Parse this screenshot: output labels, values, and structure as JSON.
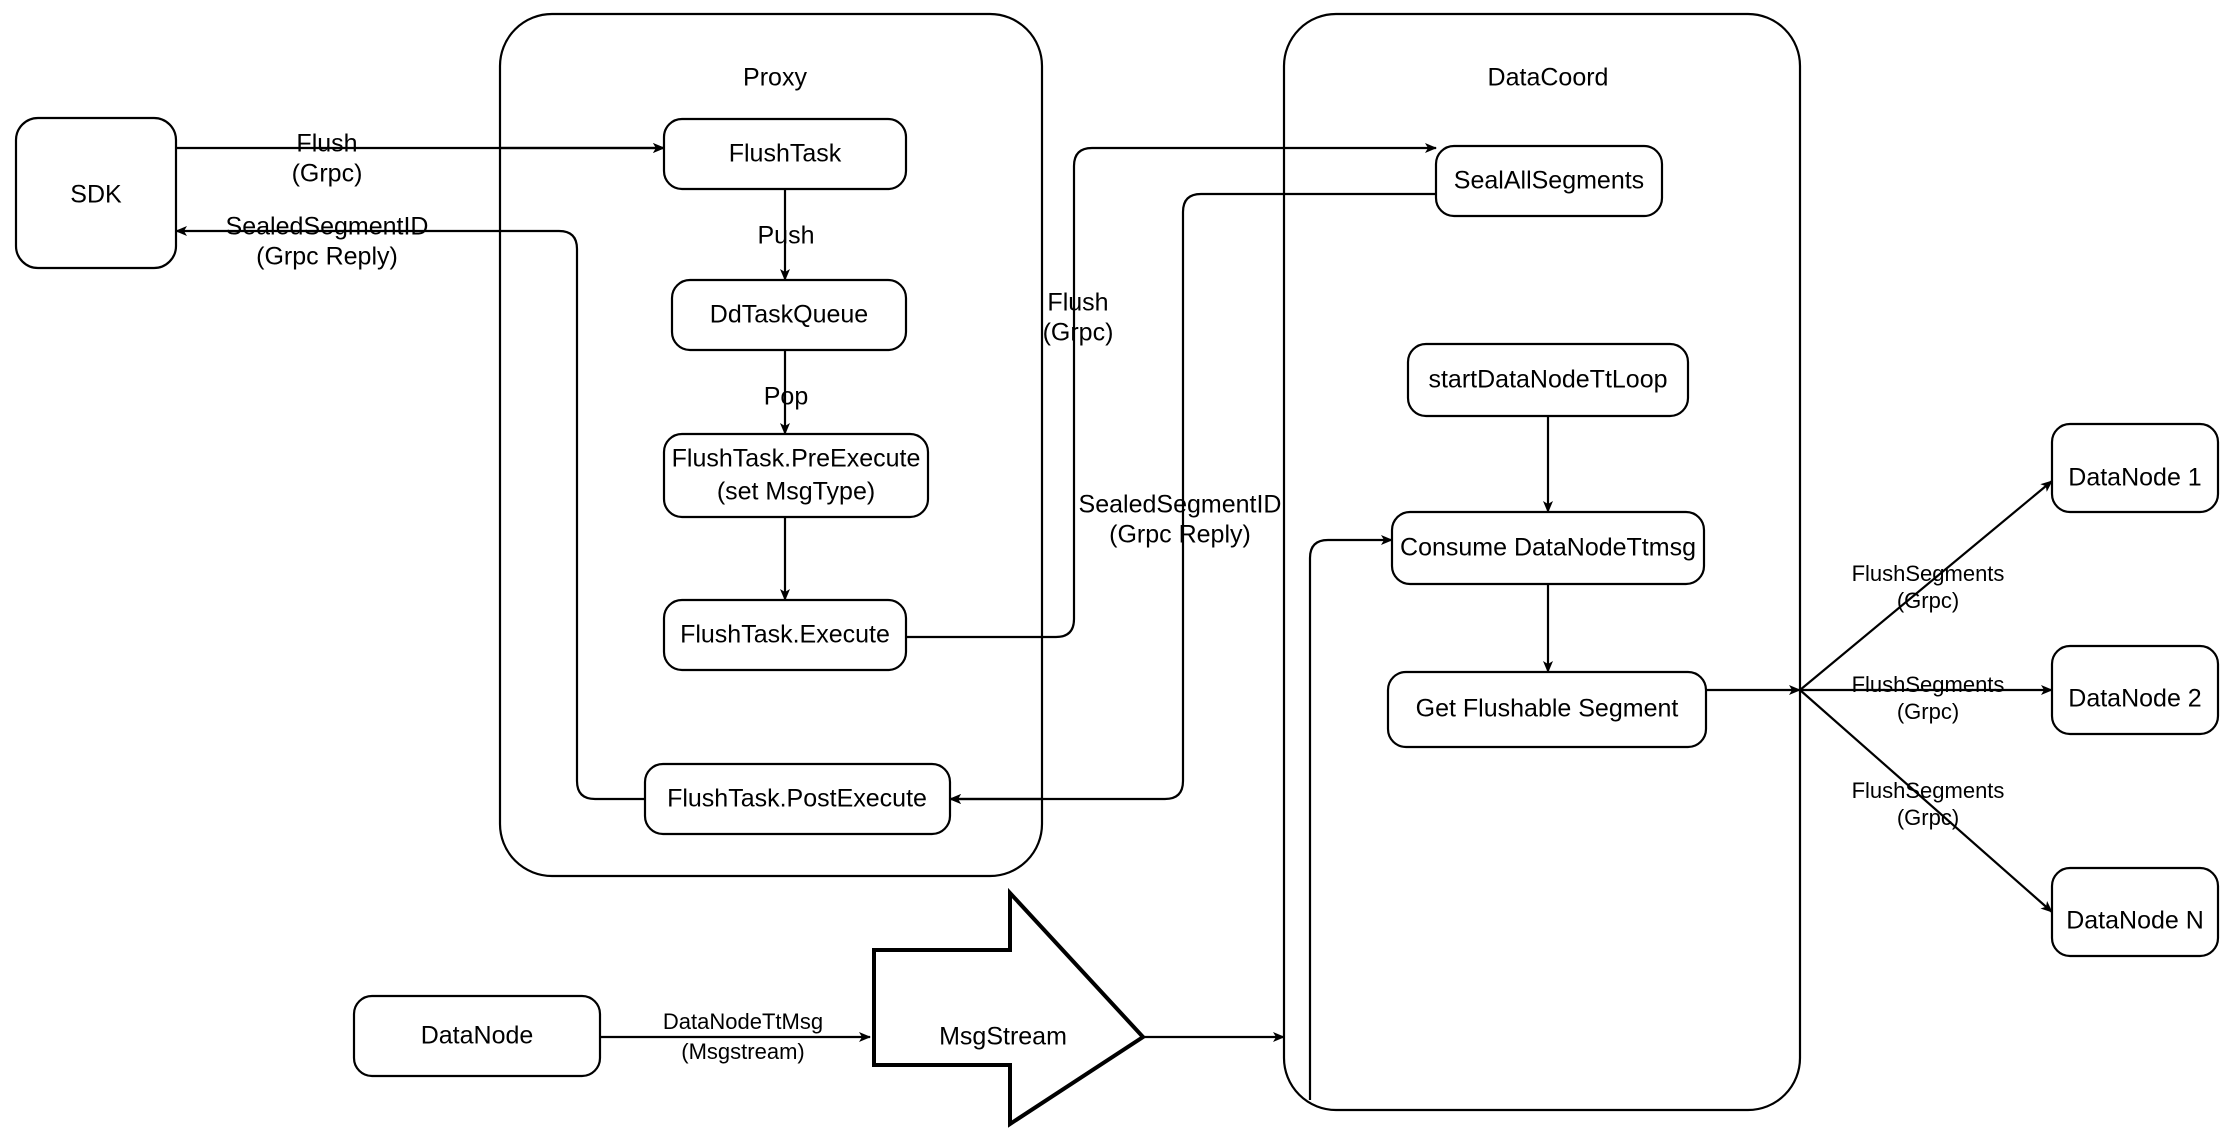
{
  "diagram": {
    "title": "Milvus Flush Data Flow",
    "background": "#ffffff",
    "stroke": "#000000"
  },
  "containers": {
    "proxy": {
      "label": "Proxy"
    },
    "datacoord": {
      "label": "DataCoord"
    }
  },
  "nodes": {
    "sdk": {
      "label": "SDK"
    },
    "flush_task": {
      "label": "FlushTask"
    },
    "dd_task_queue": {
      "label": "DdTaskQueue"
    },
    "pre_execute_line1": {
      "label": "FlushTask.PreExecute"
    },
    "pre_execute_line2": {
      "label": "(set MsgType)"
    },
    "execute": {
      "label": "FlushTask.Execute"
    },
    "post_execute": {
      "label": "FlushTask.PostExecute"
    },
    "seal_all_segments": {
      "label": "SealAllSegments"
    },
    "start_tt_loop": {
      "label": "startDataNodeTtLoop"
    },
    "consume_ttmsg": {
      "label": "Consume DataNodeTtmsg"
    },
    "get_flushable": {
      "label": "Get Flushable Segment"
    },
    "datanode_src": {
      "label": "DataNode"
    },
    "msgstream": {
      "label": "MsgStream"
    },
    "datanode1": {
      "label": "DataNode 1"
    },
    "datanode2": {
      "label": "DataNode 2"
    },
    "datanode_n": {
      "label": "DataNode N"
    }
  },
  "edge_labels": {
    "sdk_to_proxy_l1": "Flush",
    "sdk_to_proxy_l2": "(Grpc)",
    "proxy_to_sdk_l1": "SealedSegmentID",
    "proxy_to_sdk_l2": "(Grpc Reply)",
    "push": "Push",
    "pop": "Pop",
    "proxy_to_dc_l1": "Flush",
    "proxy_to_dc_l2": "(Grpc)",
    "dc_to_proxy_l1": "SealedSegmentID",
    "dc_to_proxy_l2": "(Grpc Reply)",
    "ttmsg_l1": "DataNodeTtMsg",
    "ttmsg_l2": "(Msgstream)",
    "flushseg1_l1": "FlushSegments",
    "flushseg1_l2": "(Grpc)",
    "flushseg2_l1": "FlushSegments",
    "flushseg2_l2": "(Grpc)",
    "flushseg3_l1": "FlushSegments",
    "flushseg3_l2": "(Grpc)"
  }
}
